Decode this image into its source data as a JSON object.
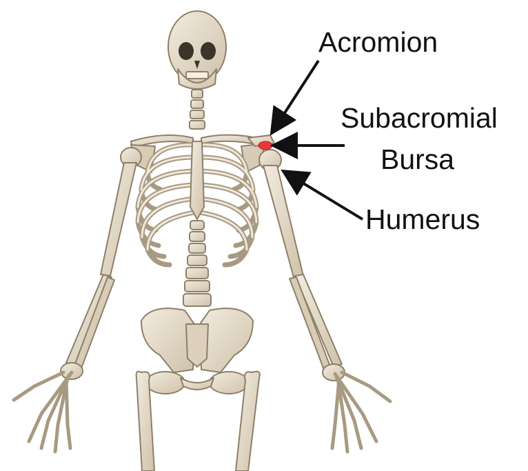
{
  "labels": {
    "acromion": "Acromion",
    "bursa_line1": "Subacromial",
    "bursa_line2": "Bursa",
    "humerus": "Humerus"
  },
  "colors": {
    "bone": "#e6dccb",
    "bone_shadow": "#b8ab92",
    "bone_outline": "#8d7f68",
    "bursa": "#e53a3a",
    "arrow": "#111111",
    "background": "#ffffff"
  },
  "icons": {
    "skeleton": "skeleton-illustration",
    "pointer": "arrow-pointer"
  }
}
